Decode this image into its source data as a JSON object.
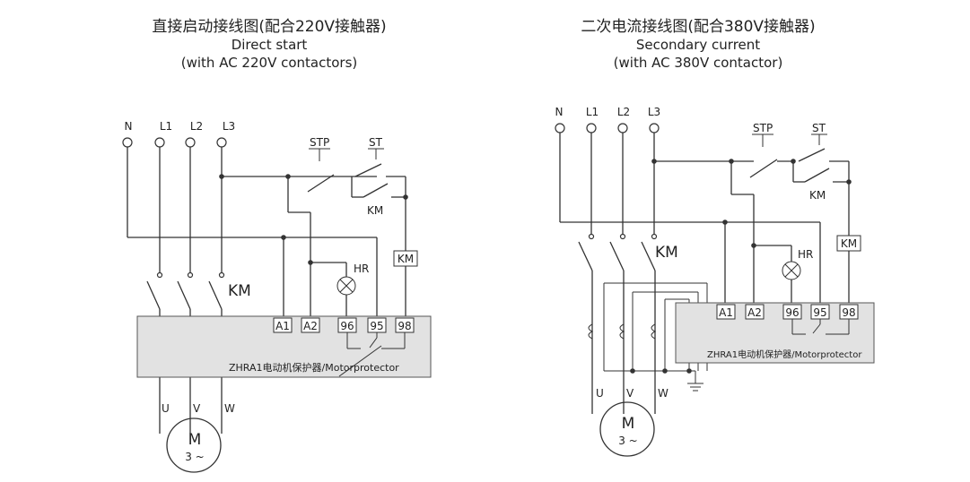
{
  "left": {
    "title_zh": "直接启动接线图(配合220V接触器)",
    "title_en": "Direct start",
    "subtitle_en": "(with AC 220V contactors)",
    "lines": [
      "N",
      "L1",
      "L2",
      "L3"
    ],
    "stp": "STP",
    "st": "ST",
    "km_contact": "KM",
    "km_coil": "KM",
    "km_main": "KM",
    "hr": "HR",
    "terminals": [
      "A1",
      "A2",
      "96",
      "95",
      "98"
    ],
    "device_label": "ZHRA1电动机保护器/Motorprotector",
    "outputs": [
      "U",
      "V",
      "W"
    ],
    "motor": "M",
    "motor_phase": "3 ~"
  },
  "right": {
    "title_zh": "二次电流接线图(配合380V接触器)",
    "title_en": "Secondary current",
    "subtitle_en": "(with AC 380V contactor)",
    "lines": [
      "N",
      "L1",
      "L2",
      "L3"
    ],
    "stp": "STP",
    "st": "ST",
    "km_contact": "KM",
    "km_coil": "KM",
    "km_main": "KM",
    "hr": "HR",
    "terminals": [
      "A1",
      "A2",
      "96",
      "95",
      "98"
    ],
    "device_label": "ZHRA1电动机保护器/Motorprotector",
    "outputs": [
      "U",
      "V",
      "W"
    ],
    "motor": "M",
    "motor_phase": "3 ~"
  }
}
